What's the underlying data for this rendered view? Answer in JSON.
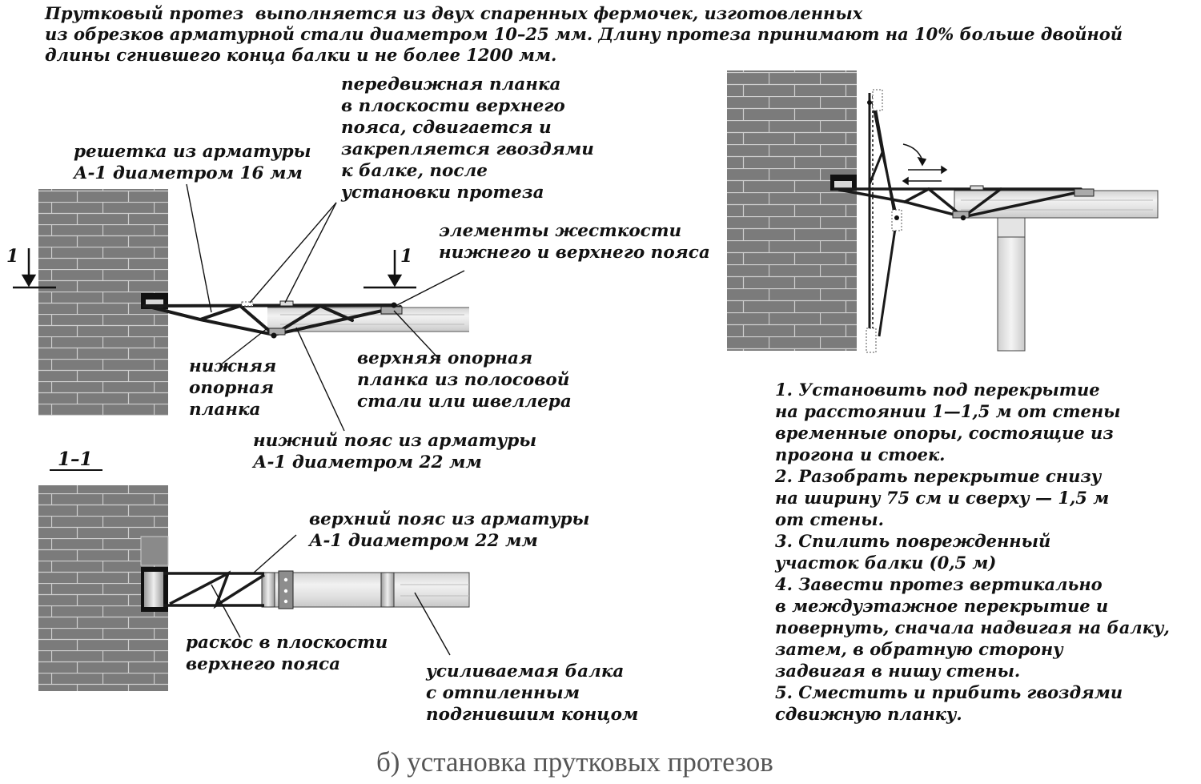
{
  "intro": {
    "lines": [
      "Прутковый протез  выполняется из двух спаренных фермочек, изготовленных",
      "из обрезков арматурной стали диаметром 10–25 мм. Длину протеза принимают на 10% больше двойной",
      "длины сгнившего конца балки и не более 1200 мм."
    ]
  },
  "elevation": {
    "section_mark_left": "1",
    "section_mark_right": "1",
    "label_lattice": "решетка из арматуры\nА-1 диаметром 16 мм",
    "label_sliding_plate": "передвижная планка\nв плоскости верхнего\nпояса, сдвигается и\nзакрепляется гвоздями\nк балке, после\nустановки протеза",
    "label_stiffeners": "элементы жесткости\nнижнего и верхнего пояса",
    "label_lower_plate": "нижняя\nопорная\nпланка",
    "label_upper_plate": "верхняя опорная\nпланка из полосовой\nстали или швеллера",
    "label_bottom_chord": "нижний пояс из арматуры\nА-1 диаметром 22 мм"
  },
  "plan": {
    "section_title": "1–1",
    "label_top_chord": "верхний пояс из арматуры\nА-1 диаметром 22 мм",
    "label_diagonal": "раскос в плоскости\nверхнего пояса",
    "label_beam": "усиливаемая балка\nс отпиленным\nподгнившим концом"
  },
  "steps": {
    "text": "1. Установить под перекрытие\nна расстоянии 1—1,5 м от стены\nвременные опоры, состоящие из\nпрогона и стоек.\n2. Разобрать перекрытие снизу\nна ширину 75 см и сверху — 1,5 м\nот стены.\n3. Спилить поврежденный\nучасток балки (0,5 м)\n4. Завести протез вертикально\nв междуэтажное перекрытие и\nповернуть, сначала надвигая на балку,\nзатем, в обратную сторону\nзадвигая в нишу стены.\n5. Сместить и прибить гвоздями\nсдвижную планку."
  },
  "caption": "б) установка прутковых протезов",
  "colors": {
    "brick": "#7d7d7d",
    "mortar": "#d6d6d6",
    "wood_light": "#ececec",
    "wood_dark": "#c4c4c4",
    "steel": "#1a1a1a",
    "ink": "#111111",
    "caption": "#555555"
  }
}
